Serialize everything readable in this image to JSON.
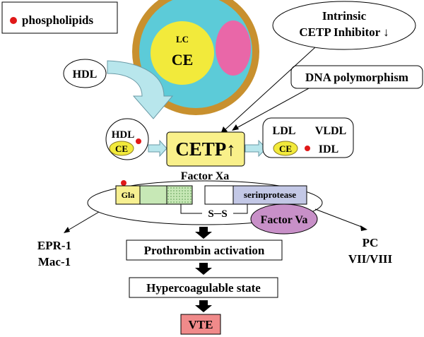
{
  "legend": {
    "label": "phospholipids"
  },
  "particle": {
    "label_lc": "LC",
    "label_ce": "CE"
  },
  "hdl_source": {
    "label": "HDL"
  },
  "inhibitor": {
    "line1": "Intrinsic",
    "line2": "CETP Inhibitor ↓"
  },
  "polymorphism": {
    "label": "DNA polymorphism"
  },
  "donor": {
    "hdl": "HDL",
    "ce": "CE"
  },
  "cetp": {
    "label": "CETP↑"
  },
  "acceptor": {
    "ldl": "LDL",
    "vldl": "VLDL",
    "ce": "CE",
    "idl": "IDL"
  },
  "factor_xa": {
    "title": "Factor Xa",
    "gla": "Gla",
    "serinprotease": "serinprotease",
    "bridge": "S─S"
  },
  "factor_va": {
    "label": "Factor Va"
  },
  "left_targets": {
    "line1": "EPR-1",
    "line2": "Mac-1"
  },
  "right_targets": {
    "line1": "PC",
    "line2": "VII/VIII"
  },
  "cascade": {
    "step1": "Prothrombin activation",
    "step2": "Hypercoagulable state",
    "outcome": "VTE"
  },
  "colors": {
    "particle_ring": "#c8902e",
    "particle_core": "#5ccbd8",
    "ce_yellow": "#f2ea3b",
    "pink": "#e967a8",
    "cetp_fill": "#f9f08a",
    "arrow_teal": "#b8e6ec",
    "lipid_dot": "#e01818",
    "factor_red": "#b22232",
    "gla_fill": "#f7f091",
    "domain_green": "#c7e8b6",
    "serin_fill": "#c3c8e6",
    "factor_va_fill": "#c890c8",
    "vte_fill": "#f08a8a"
  }
}
